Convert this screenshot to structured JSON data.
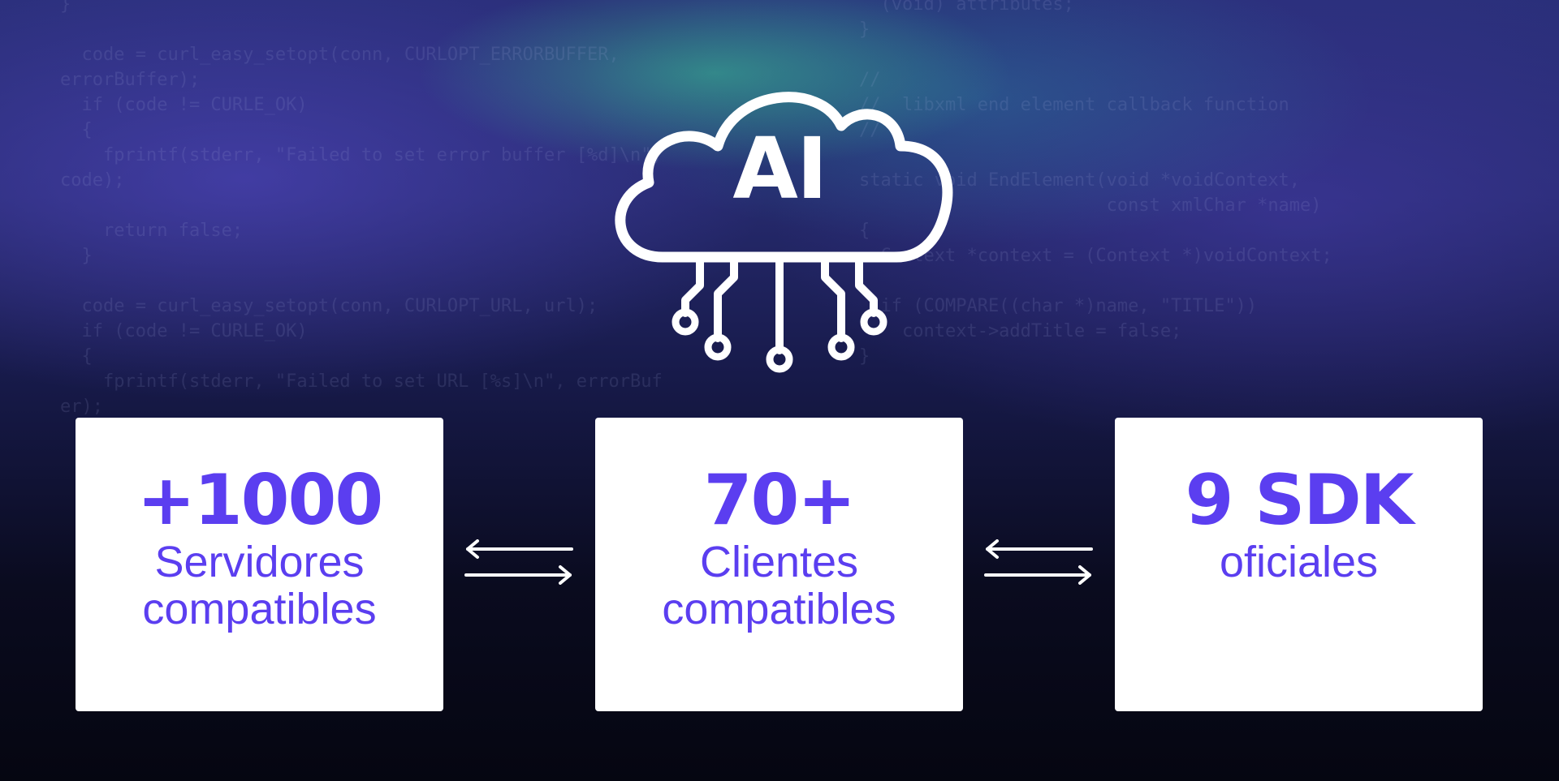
{
  "icon": {
    "name": "ai-cloud-icon",
    "label": "AI"
  },
  "code_left": [
    "}",
    "",
    "  code = curl_easy_setopt(conn, CURLOPT_ERRORBUFFER,",
    "errorBuffer);",
    "  if (code != CURLE_OK)",
    "  {",
    "    fprintf(stderr, \"Failed to set error buffer [%d]\\n\",",
    "code);",
    "",
    "    return false;",
    "  }",
    "",
    "  code = curl_easy_setopt(conn, CURLOPT_URL, url);",
    "  if (code != CURLE_OK)",
    "  {",
    "    fprintf(stderr, \"Failed to set URL [%s]\\n\", errorBuf",
    "er);"
  ],
  "code_right": [
    "  (void) attributes;",
    "}",
    "",
    "//",
    "//  libxml end element callback function",
    "//",
    "",
    "static void EndElement(void *voidContext,",
    "                       const xmlChar *name)",
    "{",
    "  Context *context = (Context *)voidContext;",
    "",
    "  if (COMPARE((char *)name, \"TITLE\"))",
    "    context->addTitle = false;",
    "}"
  ],
  "cards": [
    {
      "number": "+1000",
      "label_line1": "Servidores",
      "label_line2": "compatibles"
    },
    {
      "number": "70+",
      "label_line1": "Clientes",
      "label_line2": "compatibles"
    },
    {
      "number": "9 SDK",
      "label_line1": "oficiales",
      "label_line2": ""
    }
  ],
  "colors": {
    "accent": "#5b3ef0",
    "card_bg": "#ffffff",
    "icon": "#ffffff"
  },
  "arrow_icon": "bidirectional-arrows-icon"
}
